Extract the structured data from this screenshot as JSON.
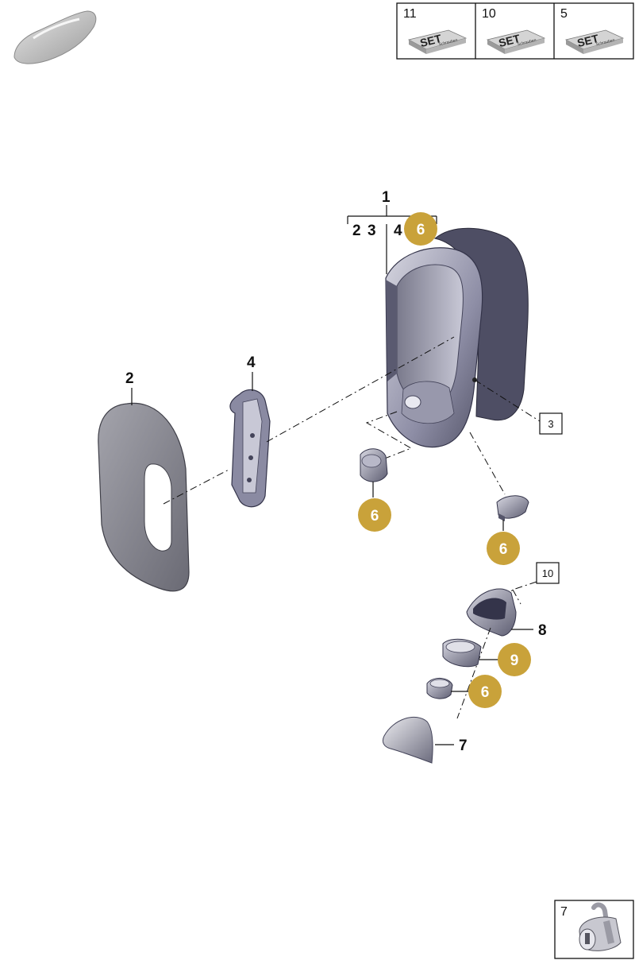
{
  "set_kits": [
    {
      "number": "11",
      "label": "SET",
      "sublabel": "Schrauben"
    },
    {
      "number": "10",
      "label": "SET",
      "sublabel": "Schrauben"
    },
    {
      "number": "5",
      "label": "SET",
      "sublabel": "Schrauben"
    }
  ],
  "callouts": {
    "housing": "1",
    "sub_2": "2",
    "sub_3": "3",
    "sub_4": "4",
    "cover_plate": "2",
    "bracket": "4",
    "boxed_3": "3",
    "boxed_10": "10",
    "lock_part_8": "8",
    "cap_7": "7"
  },
  "badges": {
    "top": "6",
    "left_clip": "6",
    "right_clip": "6",
    "ring_9": "9",
    "clip_lower": "6"
  },
  "lock_cylinder": {
    "number": "7"
  },
  "colors": {
    "badge": "#c9a23a",
    "part_dark": "#6f6f83",
    "part_light": "#c8c8d4"
  }
}
